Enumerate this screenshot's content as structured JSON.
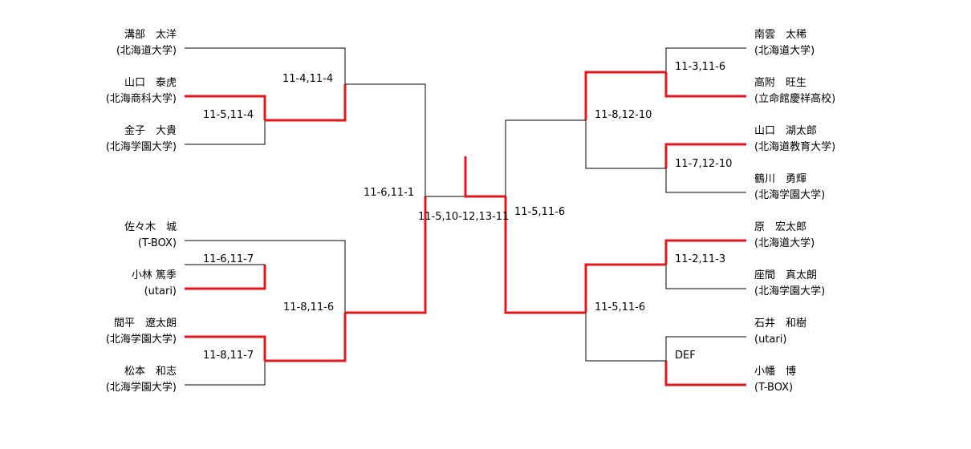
{
  "colors": {
    "line": "#000000",
    "winner": "#e0191d",
    "background": "#ffffff"
  },
  "left_players": [
    {
      "name": "溝部　太洋",
      "team": "(北海道大学)"
    },
    {
      "name": "山口　泰虎",
      "team": "(北海商科大学)"
    },
    {
      "name": "金子　大貴",
      "team": "(北海学園大学)"
    },
    {
      "name": "佐々木　城",
      "team": "(T-BOX)"
    },
    {
      "name": "小林 篤季",
      "team": "(utari)"
    },
    {
      "name": "間平　遼太朗",
      "team": "(北海学園大学)"
    },
    {
      "name": "松本　和志",
      "team": "(北海学園大学)"
    }
  ],
  "right_players": [
    {
      "name": "南雲　太稀",
      "team": "(北海道大学)"
    },
    {
      "name": "高附　旺生",
      "team": "(立命館慶祥高校)"
    },
    {
      "name": "山口　湖太郎",
      "team": "(北海道教育大学)"
    },
    {
      "name": "鶴川　勇輝",
      "team": "(北海学園大学)"
    },
    {
      "name": "原　宏太郎",
      "team": "(北海道大学)"
    },
    {
      "name": "座間　真太朗",
      "team": "(北海学園大学)"
    },
    {
      "name": "石井　和樹",
      "team": "(utari)"
    },
    {
      "name": "小幡　博",
      "team": "(T-BOX)"
    }
  ],
  "scores": {
    "left_r1_top": "11-5,11-4",
    "left_r1_a": "11-6,11-7",
    "left_r1_b": "11-8,11-7",
    "left_r2_top": "11-4,11-4",
    "left_r2_bottom": "11-8,11-6",
    "left_semi": "11-6,11-1",
    "final": "11-5,10-12,13-11",
    "right_semi": "11-5,11-6",
    "right_r1_a": "11-3,11-6",
    "right_r1_b": "11-7,12-10",
    "right_r1_c": "11-2,11-3",
    "right_r1_d": "DEF",
    "right_r2_top": "11-8,12-10",
    "right_r2_bottom": "11-5,11-6"
  }
}
